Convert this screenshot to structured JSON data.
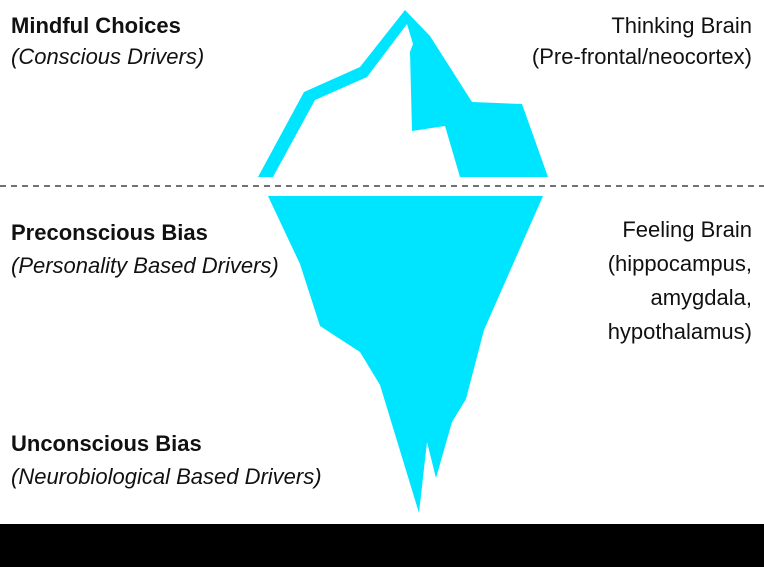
{
  "colors": {
    "iceberg": "#00e5ff",
    "text": "#111111",
    "waterline": "#444444",
    "bar": "#000000"
  },
  "left": {
    "top": {
      "title": "Mindful Choices",
      "subtitle": "(Conscious Drivers)"
    },
    "middle": {
      "title": "Preconscious Bias",
      "subtitle": "(Personality Based Drivers)"
    },
    "bottom": {
      "title": "Unconscious Bias",
      "subtitle": "(Neurobiological Based Drivers)"
    }
  },
  "right": {
    "top": {
      "title": "Thinking Brain",
      "subtitle": "(Pre-frontal/neocortex)"
    },
    "middle": {
      "lines": [
        "Feeling Brain",
        "(hippocampus,",
        "amygdala,",
        "hypothalamus)"
      ]
    }
  }
}
